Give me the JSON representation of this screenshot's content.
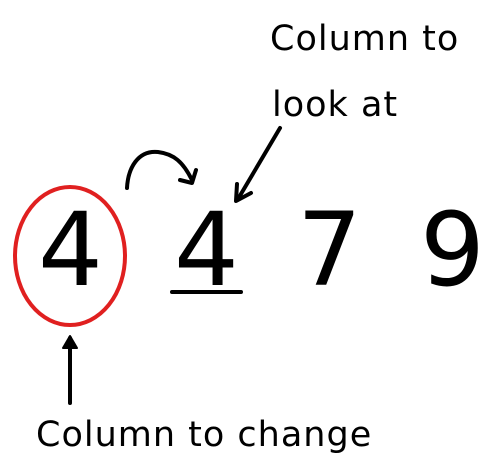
{
  "labels": {
    "look_line1": "Column to",
    "look_line2": "look at",
    "change": "Column to change"
  },
  "digits": [
    "4",
    "4",
    "7",
    "9"
  ],
  "colors": {
    "ink": "#000000",
    "highlight_circle": "#e02020",
    "background": "#ffffff"
  },
  "icons": {
    "curved_arrow": "curved-arrow-icon",
    "pointer_arrow": "diagonal-arrow-icon",
    "up_arrow": "up-arrow-icon"
  }
}
